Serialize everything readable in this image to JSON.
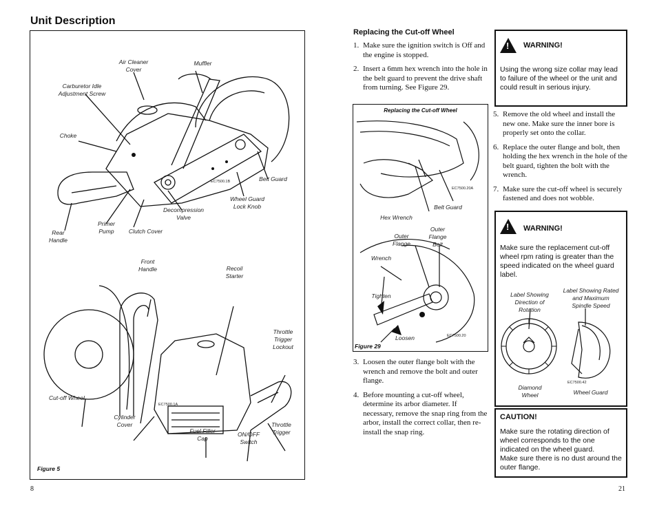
{
  "left": {
    "title": "Unit Description",
    "figure_caption": "Figure 5",
    "top_labels": {
      "air_cleaner": "Air Cleaner\nCover",
      "muffler": "Muffler",
      "carb_screw": "Carburetor Idle\nAdjustment Screw",
      "choke": "Choke",
      "belt_guard": "Belt Guard",
      "wheel_guard_knob": "Wheel Guard\nLock Knob",
      "decompression": "Decompression\nValve",
      "primer": "Primer\nPump",
      "clutch_cover": "Clutch Cover",
      "rear_handle": "Rear\nHandle",
      "code": "EC7500.1B"
    },
    "bottom_labels": {
      "front_handle": "Front\nHandle",
      "recoil": "Recoil\nStarter",
      "throttle_lockout": "Throttle\nTrigger\nLockout",
      "cutoff_wheel": "Cut-off Wheel",
      "cylinder_cover": "Cylinder\nCover",
      "fuel_cap": "Fuel Filler\nCap",
      "onoff": "ON/OFF\nSwitch",
      "throttle_trigger": "Throttle\nTrigger",
      "code": "EC7500.1A"
    },
    "page_number": "8"
  },
  "middle": {
    "heading": "Replacing the Cut-off Wheel",
    "steps_a": [
      {
        "n": "1.",
        "text": "Make sure the ignition switch is Off and the engine is stopped."
      },
      {
        "n": "2.",
        "text": "Insert a 6mm hex wrench into the hole in the belt guard to prevent the drive shaft from turning. See Figure 29."
      }
    ],
    "figure_title": "Replacing the Cut-off Wheel",
    "figure_caption": "Figure 29",
    "fig_labels": {
      "code1": "EC7500.20A",
      "belt_guard": "Belt Guard",
      "hex_wrench": "Hex Wrench",
      "outer_flange": "Outer\nFlange",
      "outer_flange_bolt": "Outer\nFlange\nBolt",
      "wrench": "Wrench",
      "tighten": "Tighten",
      "loosen": "Loosen",
      "code2": "EC7500.20"
    },
    "steps_b": [
      {
        "n": "3.",
        "text": "Loosen the outer flange bolt with the wrench and remove the bolt and outer flange."
      },
      {
        "n": "4.",
        "text": "Before mounting a cut-off wheel, determine its arbor diameter. If necessary, remove the snap ring from the arbor, install the correct collar, then re-install the snap ring."
      }
    ]
  },
  "right": {
    "warning1_title": "WARNING!",
    "warning1_text": "Using the wrong size collar may lead to failure of the wheel or the unit and could result in serious injury.",
    "steps": [
      {
        "n": "5.",
        "text": "Remove the old wheel and install the new one. Make sure the inner bore is properly set onto the collar."
      },
      {
        "n": "6.",
        "text": "Replace the outer flange and bolt, then holding the hex wrench in the hole of the belt guard, tighten the bolt with the wrench."
      },
      {
        "n": "7.",
        "text": "Make sure the cut-off wheel is securely fastened and does not wobble."
      }
    ],
    "warning2_title": "WARNING!",
    "warning2_text": "Make sure the replacement cut-off wheel rpm rating is greater than the speed indicated on the wheel guard label.",
    "fig_labels": {
      "label_direction": "Label Showing\nDirection of\nRotation",
      "label_speed": "Label Showing Rated\nand Maximum\nSpindle Speed",
      "diamond_wheel": "Diamond\nWheel",
      "wheel_guard": "Wheel Guard",
      "code": "EC7500.42"
    },
    "caution_title": "CAUTION!",
    "caution_text1": "Make sure the rotating direction of wheel corresponds to the one indicated on the wheel guard.",
    "caution_text2": "Make sure there is no dust around the outer flange.",
    "page_number": "21"
  }
}
